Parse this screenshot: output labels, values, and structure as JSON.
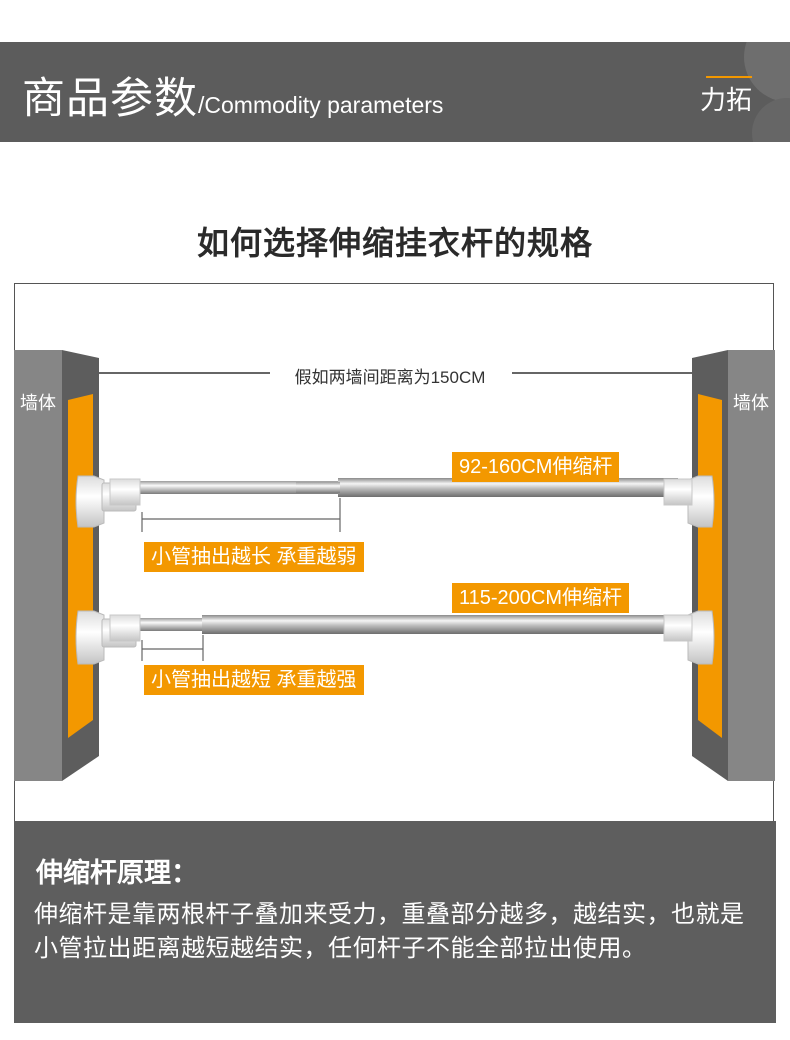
{
  "header": {
    "title_cn": "商品参数",
    "title_en": "/Commodity parameters",
    "brand": "力拓"
  },
  "section_title": "如何选择伸缩挂衣杆的规格",
  "diagram": {
    "wall_label_left": "墙体",
    "wall_label_right": "墙体",
    "distance_label": "假如两墙间距离为150CM",
    "rod1": {
      "spec_label": "92-160CM伸缩杆",
      "note": "小管抽出越长 承重越弱"
    },
    "rod2": {
      "spec_label": "115-200CM伸缩杆",
      "note": "小管抽出越短 承重越强"
    }
  },
  "principle": {
    "title": "伸缩杆原理：",
    "body": "伸缩杆是靠两根杆子叠加来受力，重叠部分越多，越结实，也就是小管拉出距离越短越结实，任何杆子不能全部拉出使用。"
  },
  "colors": {
    "accent": "#f39800",
    "banner_bg": "#5c5c5c",
    "wall_front": "#868686",
    "wall_side": "#5d5d5d"
  }
}
